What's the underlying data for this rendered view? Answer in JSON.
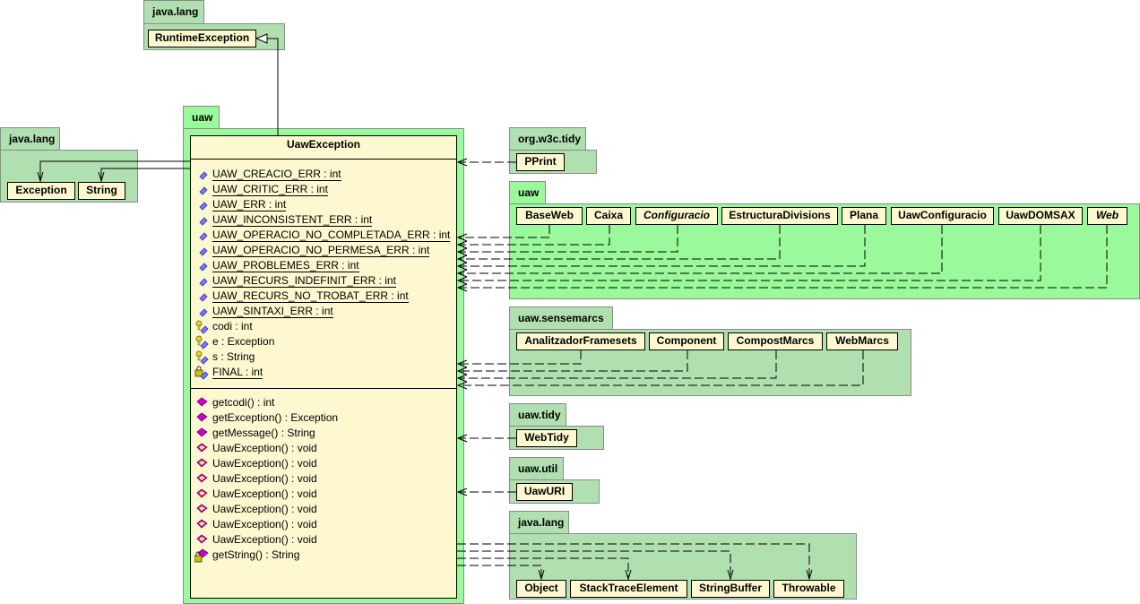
{
  "colors": {
    "package_light": "#b0dfb0",
    "package_bright": "#9af99a",
    "class_fill": "#fdf8d0",
    "field_icon": "#7777ff",
    "method_icon": "#cc00cc",
    "lock_icon": "#cccc00"
  },
  "packages": {
    "java_lang_top": {
      "name": "java.lang",
      "classes": [
        "RuntimeException"
      ]
    },
    "java_lang_left": {
      "name": "java.lang",
      "classes": [
        "Exception",
        "String"
      ]
    },
    "uaw_main": {
      "name": "uaw"
    },
    "org_w3c_tidy": {
      "name": "org.w3c.tidy",
      "classes": [
        "PPrint"
      ]
    },
    "uaw": {
      "name": "uaw",
      "classes": [
        {
          "name": "BaseWeb",
          "italic": false
        },
        {
          "name": "Caixa",
          "italic": false
        },
        {
          "name": "Configuracio",
          "italic": true
        },
        {
          "name": "EstructuraDivisions",
          "italic": false
        },
        {
          "name": "Plana",
          "italic": false
        },
        {
          "name": "UawConfiguracio",
          "italic": false
        },
        {
          "name": "UawDOMSAX",
          "italic": false
        },
        {
          "name": "Web",
          "italic": true
        }
      ]
    },
    "uaw_sensemarcs": {
      "name": "uaw.sensemarcs",
      "classes": [
        "AnalitzadorFramesets",
        "Component",
        "CompostMarcs",
        "WebMarcs"
      ]
    },
    "uaw_tidy": {
      "name": "uaw.tidy",
      "classes": [
        "WebTidy"
      ]
    },
    "uaw_util": {
      "name": "uaw.util",
      "classes": [
        "UawURI"
      ]
    },
    "java_lang_bottom": {
      "name": "java.lang",
      "classes": [
        "Object",
        "StackTraceElement",
        "StringBuffer",
        "Throwable"
      ]
    }
  },
  "main_class": {
    "name": "UawException",
    "fields": [
      {
        "text": "UAW_CREACIO_ERR : int",
        "icon": "public-static",
        "underline": true
      },
      {
        "text": "UAW_CRITIC_ERR : int",
        "icon": "public-static",
        "underline": true
      },
      {
        "text": "UAW_ERR : int",
        "icon": "public-static",
        "underline": true
      },
      {
        "text": "UAW_INCONSISTENT_ERR : int",
        "icon": "public-static",
        "underline": true
      },
      {
        "text": "UAW_OPERACIO_NO_COMPLETADA_ERR : int",
        "icon": "public-static",
        "underline": true
      },
      {
        "text": "UAW_OPERACIO_NO_PERMESA_ERR : int",
        "icon": "public-static",
        "underline": true
      },
      {
        "text": "UAW_PROBLEMES_ERR : int",
        "icon": "public-static",
        "underline": true
      },
      {
        "text": "UAW_RECURS_INDEFINIT_ERR : int",
        "icon": "public-static",
        "underline": true
      },
      {
        "text": "UAW_RECURS_NO_TROBAT_ERR : int",
        "icon": "public-static",
        "underline": true
      },
      {
        "text": "UAW_SINTAXI_ERR : int",
        "icon": "public-static",
        "underline": true
      },
      {
        "text": "codi : int",
        "icon": "protected",
        "underline": false
      },
      {
        "text": "e : Exception",
        "icon": "protected",
        "underline": false
      },
      {
        "text": "s : String",
        "icon": "protected",
        "underline": false
      },
      {
        "text": "FINAL : int",
        "icon": "private-static",
        "underline": true
      }
    ],
    "methods": [
      {
        "text": "getcodi() : int",
        "icon": "public"
      },
      {
        "text": "getException() : Exception",
        "icon": "public"
      },
      {
        "text": "getMessage() : String",
        "icon": "public"
      },
      {
        "text": "UawException() : void",
        "icon": "constructor"
      },
      {
        "text": "UawException() : void",
        "icon": "constructor"
      },
      {
        "text": "UawException() : void",
        "icon": "constructor"
      },
      {
        "text": "UawException() : void",
        "icon": "constructor"
      },
      {
        "text": "UawException() : void",
        "icon": "constructor"
      },
      {
        "text": "UawException() : void",
        "icon": "constructor"
      },
      {
        "text": "UawException() : void",
        "icon": "constructor"
      },
      {
        "text": "getString() : String",
        "icon": "private"
      }
    ]
  }
}
